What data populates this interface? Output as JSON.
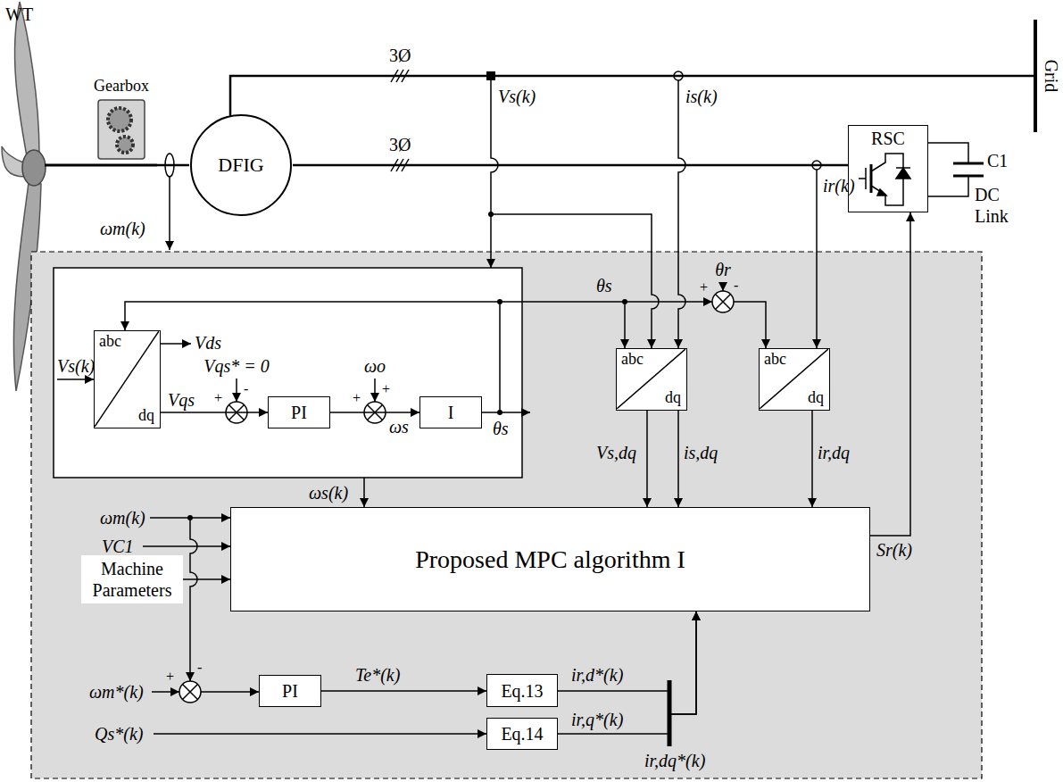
{
  "diagram": {
    "nodes": [
      {
        "text": [
          "Gearbox"
        ]
      },
      {
        "text": [
          "DFIG"
        ]
      },
      {
        "text": [
          "Grid"
        ]
      },
      {
        "text": [
          "RSC"
        ]
      },
      {
        "text": []
      },
      {
        "text": [],
        "in": 4
      },
      {
        "text": [
          "abc",
          "dq"
        ],
        "in": 5
      },
      {
        "text": [
          "PI"
        ],
        "in": 5
      },
      {
        "text": [
          "I"
        ],
        "in": 5
      },
      {
        "text": [
          "abc",
          "dq"
        ],
        "in": 4
      },
      {
        "text": [
          "abc",
          "dq"
        ],
        "in": 4
      },
      {
        "text": [
          "Proposed MPC algorithm I"
        ],
        "in": 4
      },
      {
        "text": [
          "PI"
        ],
        "in": 4
      },
      {
        "text": [
          "Eq.13"
        ],
        "in": 4
      },
      {
        "text": [
          "Eq.14"
        ],
        "in": 4
      },
      {
        "text": [
          "Machine Parameters"
        ],
        "in": 4
      }
    ],
    "edges": [
      {
        "from": 0,
        "to": 1,
        "arrow": "none"
      },
      {
        "from": 1,
        "to": 2,
        "arrow": "none",
        "label": "3Ø"
      },
      {
        "from": 1,
        "to": 3,
        "arrow": "none",
        "label": "3Ø"
      },
      {
        "from": 6,
        "to": 7,
        "arrow": "to"
      },
      {
        "from": 7,
        "to": 8,
        "arrow": "to"
      },
      {
        "from": 8,
        "to": 6,
        "arrow": "to"
      },
      {
        "from": 5,
        "to": 11,
        "arrow": "to",
        "label": "ωs(k)"
      },
      {
        "from": 9,
        "to": 11,
        "arrow": "to",
        "label": "Vs,dq"
      },
      {
        "from": 9,
        "to": 11,
        "arrow": "to",
        "label": "is,dq"
      },
      {
        "from": 10,
        "to": 11,
        "arrow": "to",
        "label": "ir,dq"
      },
      {
        "from": 15,
        "to": 11,
        "arrow": "to"
      },
      {
        "from": 12,
        "to": 13,
        "arrow": "to",
        "label": "Te*(k)"
      },
      {
        "from": 13,
        "to": 11,
        "arrow": "to",
        "label": "ir,d*(k)"
      },
      {
        "from": 14,
        "to": 11,
        "arrow": "to",
        "label": "ir,q*(k)"
      },
      {
        "from": 11,
        "to": 3,
        "arrow": "to",
        "label": "Sr(k)"
      }
    ],
    "labels": [
      "WT",
      "ωm(k)",
      "Vs(k)",
      "is(k)",
      "ir(k)",
      "C1",
      "DC Link",
      "θs",
      "θr",
      "Vs(k)",
      "Vds",
      "Vqs",
      "Vqs* = 0",
      "ωo",
      "ωs",
      "θs",
      "ωm(k)",
      "VC1",
      "ωm*(k)",
      "Qs*(k)",
      "ir,dq*(k)",
      "-",
      "+",
      "+",
      "+",
      "+",
      "-",
      "-",
      "+"
    ]
  }
}
